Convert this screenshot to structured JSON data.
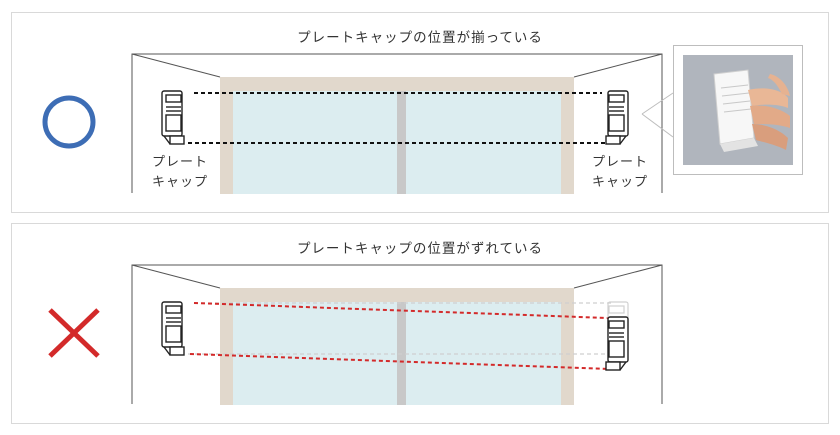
{
  "good": {
    "caption": "プレートキャップの位置が揃っている",
    "label_left": [
      "プレート",
      "キャップ"
    ],
    "label_right": [
      "プレート",
      "キャップ"
    ]
  },
  "bad": {
    "caption": "プレートキャップの位置がずれている"
  },
  "colors": {
    "ok_mark": "#3d6db5",
    "ng_mark": "#d32a2a",
    "guide_ok": "#111111",
    "guide_ng": "#d32a2a",
    "frame": "#e1d8cc",
    "glass": "#dcedf0",
    "mullion": "#c8c8c8"
  },
  "icons": {
    "ok": "circle-icon",
    "ng": "cross-icon",
    "cap": "plate-cap-icon",
    "photo": "hand-holding-cap-photo"
  }
}
